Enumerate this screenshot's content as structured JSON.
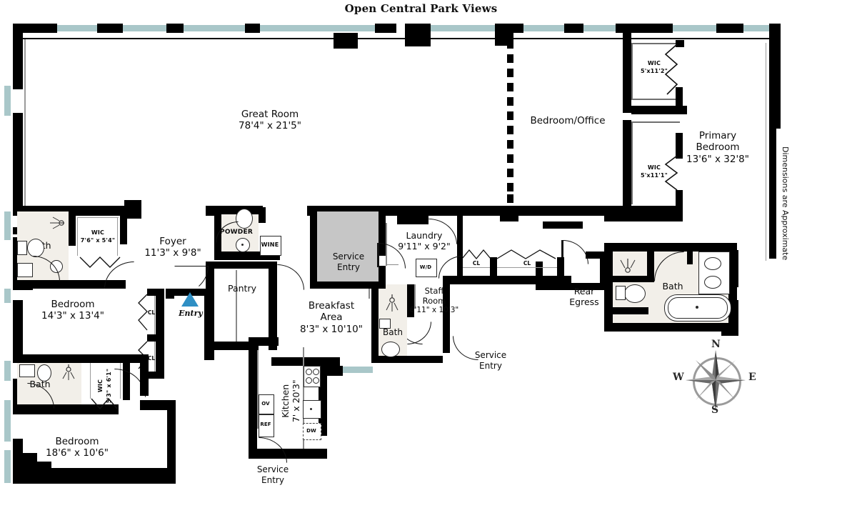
{
  "title": "Open Central Park Views",
  "note_right": "Dimensions are Approximate",
  "rooms": {
    "great_room": {
      "name": "Great Room",
      "dims": "78'4\" x 21'5\""
    },
    "bedroom_office": {
      "name": "Bedroom/Office",
      "dims": ""
    },
    "primary_bedroom": {
      "name": "Primary",
      "name2": "Bedroom",
      "dims": "13'6\" x 32'8\""
    },
    "foyer": {
      "name": "Foyer",
      "dims": "11'3\" x 9'8\""
    },
    "bedroom_left_1": {
      "name": "Bedroom",
      "dims": "14'3\" x 13'4\""
    },
    "bedroom_left_2": {
      "name": "Bedroom",
      "dims": "18'6\" x 10'6\""
    },
    "laundry": {
      "name": "Laundry",
      "dims": "9'11\" x 9'2\""
    },
    "staff_room": {
      "name": "Staff",
      "name2": "Room",
      "dims": "6'11\" x 10'3\""
    },
    "breakfast_area": {
      "name": "Breakfast",
      "name2": "Area",
      "dims": "8'3\" x 10'10\""
    },
    "kitchen": {
      "name": "Kitchen",
      "dims": "7' x 20'3\""
    },
    "pantry": {
      "name": "Pantry",
      "dims": ""
    },
    "rear_egress": {
      "name": "Rear",
      "name2": "Egress",
      "dims": ""
    }
  },
  "baths": {
    "bath_upper_left": "Bath",
    "bath_lower_left": "Bath",
    "bath_center": "Bath",
    "bath_primary": "Bath",
    "powder": "POWDER"
  },
  "closets": {
    "wic_upper_left": {
      "label": "WIC",
      "dims": "7'6\" x 5'4\""
    },
    "wic_lower_left": {
      "label": "WIC",
      "dims": "5'3\" x 6'1\""
    },
    "wic_primary_top": {
      "label": "WIC",
      "dims": "5'x11'2\""
    },
    "wic_primary_bot": {
      "label": "WIC",
      "dims": "5'x11'1\""
    },
    "cl_foyer_top": "CL",
    "cl_foyer_bottom": "CL",
    "cl_hall_left": "CL",
    "cl_hall_right": "CL",
    "wine": "WINE"
  },
  "markers": {
    "entry": "Entry",
    "service_entry_1": "Service",
    "service_entry_1b": "Entry",
    "service_entry_2": "Service",
    "service_entry_2b": "Entry",
    "service_entry_3": "Service",
    "service_entry_3b": "Entry"
  },
  "appliances": {
    "oven": "OV",
    "refrigerator": "REF",
    "dishwasher": "DW",
    "washer_dryer": "W/D"
  },
  "compass": {
    "n": "N",
    "s": "S",
    "e": "E",
    "w": "W"
  },
  "colors": {
    "wall": "#000000",
    "window": "#a9c7c9",
    "tile": "#f2efe9",
    "service_entry_fill": "#c6c6c6",
    "entry_marker": "#2f8fc4",
    "compass": "#9b9b9b"
  }
}
